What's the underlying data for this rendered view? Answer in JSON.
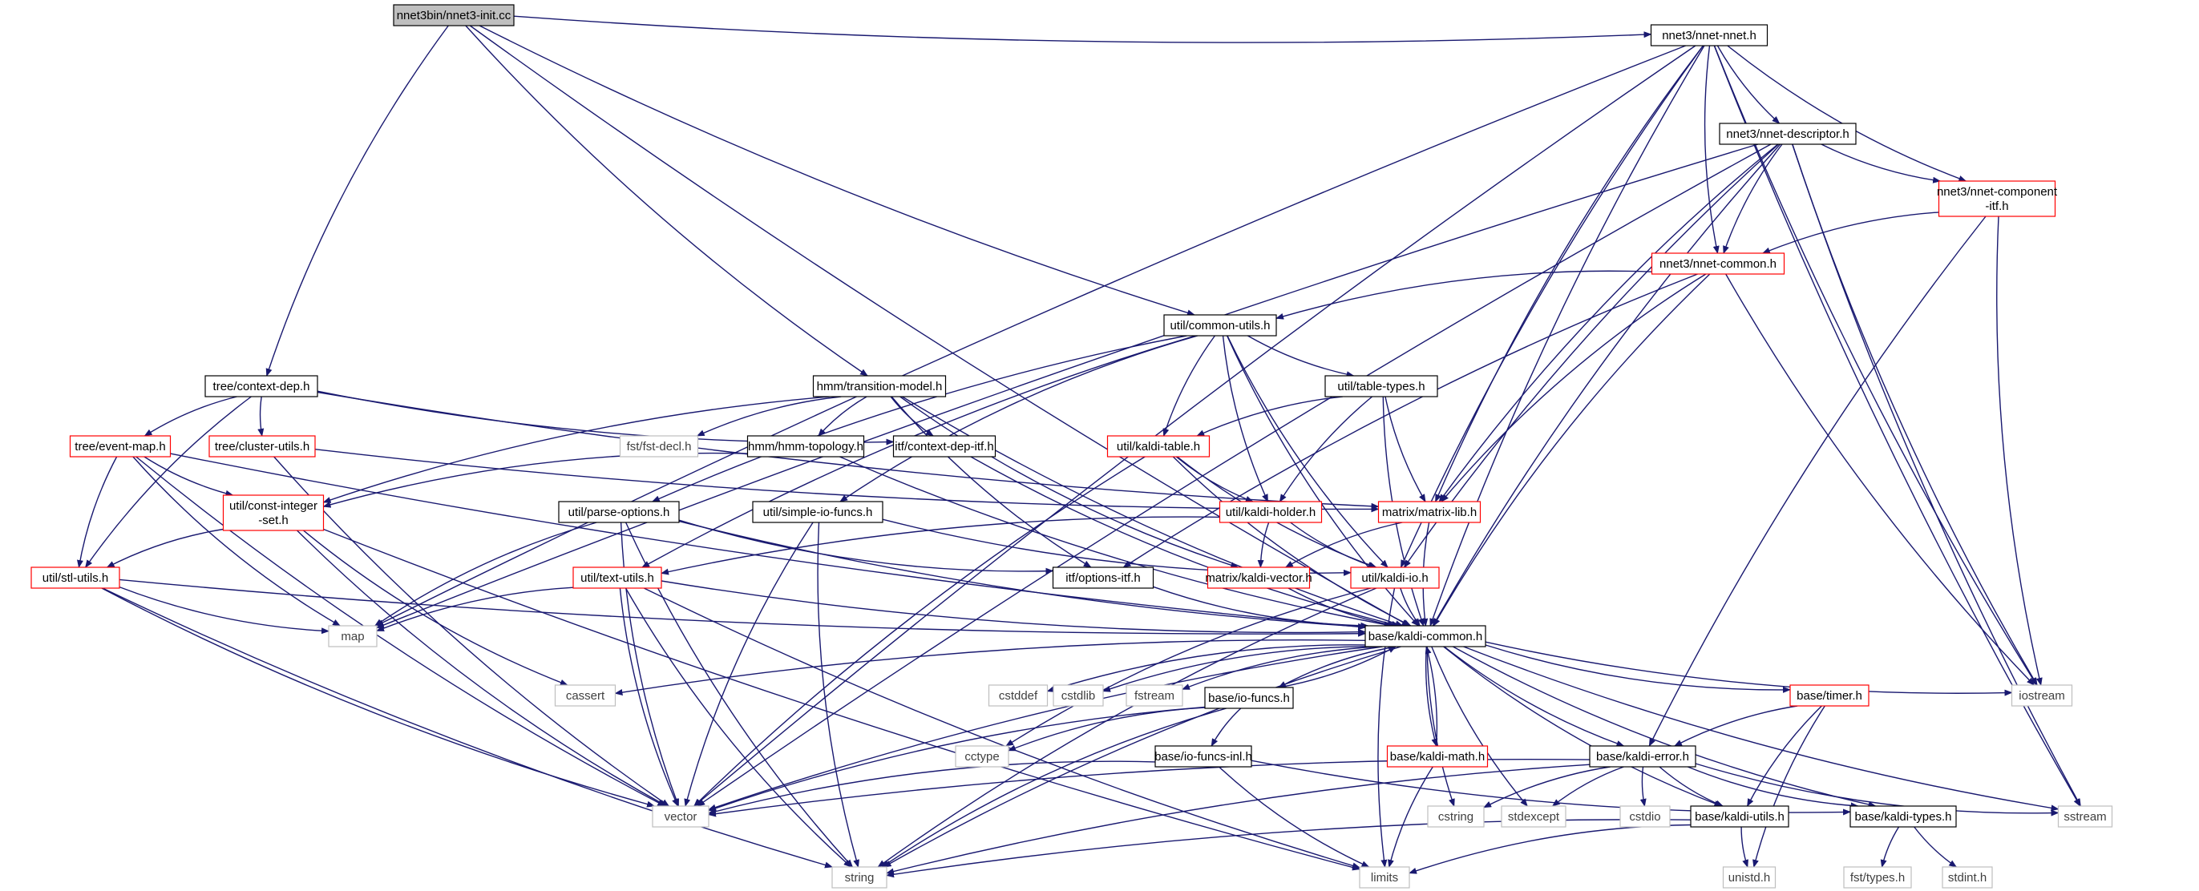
{
  "colors": {
    "edge": "#191970",
    "default_border": "#000000",
    "incomplete_border": "#ff0000",
    "system_border": "#bfbfbf",
    "system_text": "#404040",
    "root_fill": "#bfbfbf",
    "fill": "#ffffff"
  },
  "nodes": [
    {
      "id": "n0",
      "label": "nnet3bin/nnet3-init.cc",
      "kind": "root"
    },
    {
      "id": "n1",
      "label": "nnet3/nnet-nnet.h",
      "kind": "default"
    },
    {
      "id": "n2",
      "label": "nnet3/nnet-descriptor.h",
      "kind": "default"
    },
    {
      "id": "n3",
      "label": "nnet3/nnet-component\n-itf.h",
      "kind": "incomplete"
    },
    {
      "id": "n4",
      "label": "nnet3/nnet-common.h",
      "kind": "incomplete"
    },
    {
      "id": "n5",
      "label": "util/common-utils.h",
      "kind": "default"
    },
    {
      "id": "n6",
      "label": "tree/context-dep.h",
      "kind": "default"
    },
    {
      "id": "n7",
      "label": "hmm/transition-model.h",
      "kind": "default"
    },
    {
      "id": "n8",
      "label": "util/table-types.h",
      "kind": "default"
    },
    {
      "id": "n9",
      "label": "tree/event-map.h",
      "kind": "incomplete"
    },
    {
      "id": "n10",
      "label": "tree/cluster-utils.h",
      "kind": "incomplete"
    },
    {
      "id": "n11",
      "label": "fst/fst-decl.h",
      "kind": "system"
    },
    {
      "id": "n12",
      "label": "hmm/hmm-topology.h",
      "kind": "default"
    },
    {
      "id": "n13",
      "label": "itf/context-dep-itf.h",
      "kind": "default"
    },
    {
      "id": "n14",
      "label": "util/kaldi-table.h",
      "kind": "incomplete"
    },
    {
      "id": "n15",
      "label": "util/const-integer\n-set.h",
      "kind": "incomplete"
    },
    {
      "id": "n16",
      "label": "util/parse-options.h",
      "kind": "default"
    },
    {
      "id": "n17",
      "label": "util/simple-io-funcs.h",
      "kind": "default"
    },
    {
      "id": "n18",
      "label": "util/kaldi-holder.h",
      "kind": "incomplete"
    },
    {
      "id": "n19",
      "label": "matrix/matrix-lib.h",
      "kind": "incomplete"
    },
    {
      "id": "n20",
      "label": "util/stl-utils.h",
      "kind": "incomplete"
    },
    {
      "id": "n21",
      "label": "util/text-utils.h",
      "kind": "incomplete"
    },
    {
      "id": "n22",
      "label": "itf/options-itf.h",
      "kind": "default"
    },
    {
      "id": "n23",
      "label": "matrix/kaldi-vector.h",
      "kind": "incomplete"
    },
    {
      "id": "n24",
      "label": "util/kaldi-io.h",
      "kind": "incomplete"
    },
    {
      "id": "n25",
      "label": "map",
      "kind": "system"
    },
    {
      "id": "n26",
      "label": "base/kaldi-common.h",
      "kind": "default"
    },
    {
      "id": "n27",
      "label": "cassert",
      "kind": "system"
    },
    {
      "id": "n28",
      "label": "cstddef",
      "kind": "system"
    },
    {
      "id": "n29",
      "label": "cstdlib",
      "kind": "system"
    },
    {
      "id": "n30",
      "label": "fstream",
      "kind": "system"
    },
    {
      "id": "n31",
      "label": "base/io-funcs.h",
      "kind": "default"
    },
    {
      "id": "n32",
      "label": "base/timer.h",
      "kind": "incomplete"
    },
    {
      "id": "n33",
      "label": "iostream",
      "kind": "system"
    },
    {
      "id": "n34",
      "label": "cctype",
      "kind": "system"
    },
    {
      "id": "n35",
      "label": "base/io-funcs-inl.h",
      "kind": "default"
    },
    {
      "id": "n36",
      "label": "base/kaldi-math.h",
      "kind": "incomplete"
    },
    {
      "id": "n37",
      "label": "base/kaldi-error.h",
      "kind": "default"
    },
    {
      "id": "n38",
      "label": "vector",
      "kind": "system"
    },
    {
      "id": "n39",
      "label": "cstring",
      "kind": "system"
    },
    {
      "id": "n40",
      "label": "stdexcept",
      "kind": "system"
    },
    {
      "id": "n41",
      "label": "cstdio",
      "kind": "system"
    },
    {
      "id": "n42",
      "label": "base/kaldi-utils.h",
      "kind": "default"
    },
    {
      "id": "n43",
      "label": "base/kaldi-types.h",
      "kind": "default"
    },
    {
      "id": "n44",
      "label": "sstream",
      "kind": "system"
    },
    {
      "id": "n45",
      "label": "string",
      "kind": "system"
    },
    {
      "id": "n46",
      "label": "limits",
      "kind": "system"
    },
    {
      "id": "n47",
      "label": "unistd.h",
      "kind": "system"
    },
    {
      "id": "n48",
      "label": "fst/types.h",
      "kind": "system"
    },
    {
      "id": "n49",
      "label": "stdint.h",
      "kind": "system"
    }
  ],
  "edges": [
    [
      "n0",
      "n1"
    ],
    [
      "n0",
      "n5"
    ],
    [
      "n0",
      "n6"
    ],
    [
      "n0",
      "n7"
    ],
    [
      "n0",
      "n26"
    ],
    [
      "n1",
      "n2"
    ],
    [
      "n1",
      "n3"
    ],
    [
      "n1",
      "n4"
    ],
    [
      "n1",
      "n19"
    ],
    [
      "n1",
      "n24"
    ],
    [
      "n1",
      "n26"
    ],
    [
      "n1",
      "n25"
    ],
    [
      "n1",
      "n38"
    ],
    [
      "n1",
      "n33"
    ],
    [
      "n1",
      "n44"
    ],
    [
      "n2",
      "n3"
    ],
    [
      "n2",
      "n4"
    ],
    [
      "n2",
      "n19"
    ],
    [
      "n2",
      "n24"
    ],
    [
      "n2",
      "n26"
    ],
    [
      "n2",
      "n25"
    ],
    [
      "n2",
      "n38"
    ],
    [
      "n2",
      "n33"
    ],
    [
      "n2",
      "n44"
    ],
    [
      "n3",
      "n4"
    ],
    [
      "n3",
      "n37"
    ],
    [
      "n3",
      "n33"
    ],
    [
      "n4",
      "n5"
    ],
    [
      "n4",
      "n19"
    ],
    [
      "n4",
      "n22"
    ],
    [
      "n4",
      "n26"
    ],
    [
      "n4",
      "n33"
    ],
    [
      "n5",
      "n8"
    ],
    [
      "n5",
      "n14"
    ],
    [
      "n5",
      "n16"
    ],
    [
      "n5",
      "n17"
    ],
    [
      "n5",
      "n18"
    ],
    [
      "n5",
      "n21"
    ],
    [
      "n5",
      "n24"
    ],
    [
      "n5",
      "n26"
    ],
    [
      "n6",
      "n9"
    ],
    [
      "n6",
      "n10"
    ],
    [
      "n6",
      "n13"
    ],
    [
      "n6",
      "n19"
    ],
    [
      "n6",
      "n20"
    ],
    [
      "n7",
      "n11"
    ],
    [
      "n7",
      "n12"
    ],
    [
      "n7",
      "n13"
    ],
    [
      "n7",
      "n15"
    ],
    [
      "n7",
      "n22"
    ],
    [
      "n7",
      "n23"
    ],
    [
      "n7",
      "n26"
    ],
    [
      "n8",
      "n14"
    ],
    [
      "n8",
      "n18"
    ],
    [
      "n8",
      "n19"
    ],
    [
      "n8",
      "n26"
    ],
    [
      "n9",
      "n15"
    ],
    [
      "n9",
      "n20"
    ],
    [
      "n9",
      "n25"
    ],
    [
      "n9",
      "n26"
    ],
    [
      "n9",
      "n38"
    ],
    [
      "n10",
      "n19"
    ],
    [
      "n10",
      "n38"
    ],
    [
      "n12",
      "n15"
    ],
    [
      "n12",
      "n26"
    ],
    [
      "n13",
      "n26"
    ],
    [
      "n14",
      "n18"
    ],
    [
      "n14",
      "n24"
    ],
    [
      "n14",
      "n26"
    ],
    [
      "n14",
      "n38"
    ],
    [
      "n15",
      "n20"
    ],
    [
      "n15",
      "n27"
    ],
    [
      "n15",
      "n38"
    ],
    [
      "n15",
      "n46"
    ],
    [
      "n16",
      "n22"
    ],
    [
      "n16",
      "n26"
    ],
    [
      "n16",
      "n25"
    ],
    [
      "n16",
      "n38"
    ],
    [
      "n16",
      "n45"
    ],
    [
      "n17",
      "n24"
    ],
    [
      "n17",
      "n38"
    ],
    [
      "n17",
      "n45"
    ],
    [
      "n18",
      "n21"
    ],
    [
      "n18",
      "n23"
    ],
    [
      "n18",
      "n24"
    ],
    [
      "n19",
      "n23"
    ],
    [
      "n19",
      "n26"
    ],
    [
      "n20",
      "n25"
    ],
    [
      "n20",
      "n26"
    ],
    [
      "n20",
      "n38"
    ],
    [
      "n20",
      "n45"
    ],
    [
      "n21",
      "n25"
    ],
    [
      "n21",
      "n26"
    ],
    [
      "n21",
      "n38"
    ],
    [
      "n21",
      "n45"
    ],
    [
      "n21",
      "n46"
    ],
    [
      "n22",
      "n26"
    ],
    [
      "n23",
      "n26"
    ],
    [
      "n24",
      "n26"
    ],
    [
      "n24",
      "n34"
    ],
    [
      "n24",
      "n45"
    ],
    [
      "n24",
      "n46"
    ],
    [
      "n26",
      "n27"
    ],
    [
      "n26",
      "n28"
    ],
    [
      "n26",
      "n29"
    ],
    [
      "n26",
      "n30"
    ],
    [
      "n26",
      "n31"
    ],
    [
      "n26",
      "n32"
    ],
    [
      "n26",
      "n33"
    ],
    [
      "n26",
      "n36"
    ],
    [
      "n26",
      "n37"
    ],
    [
      "n26",
      "n38"
    ],
    [
      "n26",
      "n39"
    ],
    [
      "n26",
      "n40"
    ],
    [
      "n26",
      "n42"
    ],
    [
      "n26",
      "n43"
    ],
    [
      "n26",
      "n44"
    ],
    [
      "n26",
      "n45"
    ],
    [
      "n31",
      "n26"
    ],
    [
      "n31",
      "n34"
    ],
    [
      "n31",
      "n35"
    ],
    [
      "n31",
      "n38"
    ],
    [
      "n31",
      "n45"
    ],
    [
      "n32",
      "n37"
    ],
    [
      "n32",
      "n42"
    ],
    [
      "n32",
      "n47"
    ],
    [
      "n35",
      "n43"
    ],
    [
      "n35",
      "n38"
    ],
    [
      "n35",
      "n46"
    ],
    [
      "n36",
      "n26"
    ],
    [
      "n36",
      "n46"
    ],
    [
      "n37",
      "n38"
    ],
    [
      "n37",
      "n39"
    ],
    [
      "n37",
      "n40"
    ],
    [
      "n37",
      "n41"
    ],
    [
      "n37",
      "n42"
    ],
    [
      "n37",
      "n43"
    ],
    [
      "n37",
      "n44"
    ],
    [
      "n37",
      "n45"
    ],
    [
      "n42",
      "n45"
    ],
    [
      "n42",
      "n46"
    ],
    [
      "n42",
      "n47"
    ],
    [
      "n43",
      "n48"
    ],
    [
      "n43",
      "n49"
    ]
  ]
}
